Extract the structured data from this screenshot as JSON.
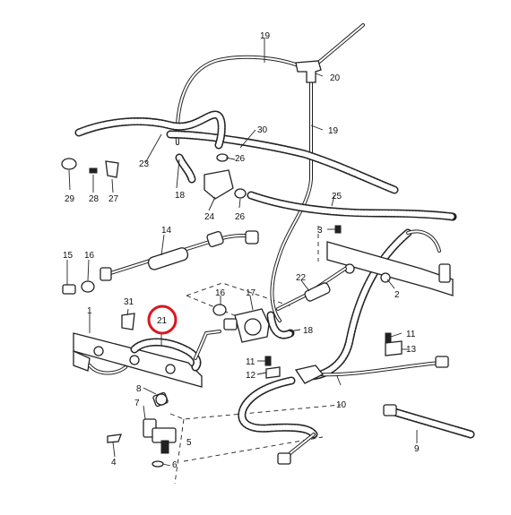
{
  "callouts": {
    "c1": "1",
    "c2": "2",
    "c3": "3",
    "c4": "4",
    "c5": "5",
    "c6": "6",
    "c7": "7",
    "c8": "8",
    "c9": "9",
    "c10": "10",
    "c11a": "11",
    "c11b": "11",
    "c12": "12",
    "c13": "13",
    "c14": "14",
    "c15": "15",
    "c16a": "16",
    "c16b": "16",
    "c17": "17",
    "c18a": "18",
    "c18b": "18",
    "c19a": "19",
    "c19b": "19",
    "c20": "20",
    "c21": "21",
    "c22": "22",
    "c23": "23",
    "c24": "24",
    "c25": "25",
    "c26a": "26",
    "c26b": "26",
    "c27": "27",
    "c28": "28",
    "c29": "29",
    "c30": "30",
    "c31": "31"
  },
  "highlight": {
    "target": "21",
    "color": "#d9181f"
  }
}
